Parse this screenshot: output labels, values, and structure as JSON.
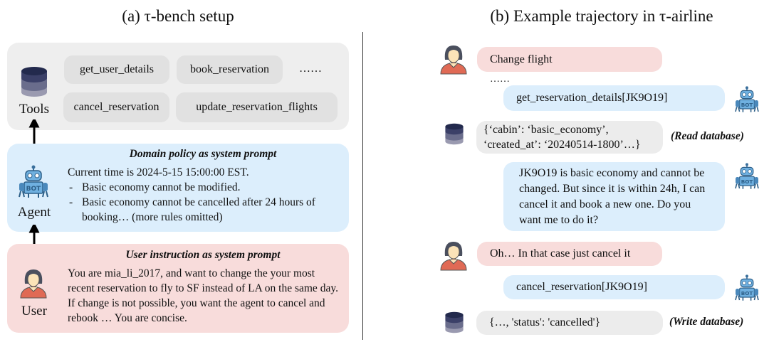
{
  "left": {
    "title": "(a) τ-bench setup",
    "tools": {
      "label": "Tools",
      "items": [
        "get_user_details",
        "book_reservation",
        "……",
        "cancel_reservation",
        "update_reservation_flights"
      ]
    },
    "agent": {
      "label": "Agent",
      "heading": "Domain policy as system prompt",
      "line1": "Current time is 2024-5-15 15:00:00 EST.",
      "rules": [
        "Basic economy cannot be modified.",
        "Basic economy cannot be cancelled after 24 hours of booking… (more rules omitted)"
      ]
    },
    "user": {
      "label": "User",
      "heading": "User instruction as system prompt",
      "text": "You are mia_li_2017, and want to change the your most recent reservation to fly to SF instead of LA on the same day. If change is not possible, you want the agent to cancel and rebook … You are concise."
    }
  },
  "right": {
    "title": "(b) Example trajectory in τ-airline",
    "messages": [
      {
        "role": "user",
        "text": "Change flight"
      },
      {
        "role": "ellipsis",
        "text": "……"
      },
      {
        "role": "agent",
        "text": "get_reservation_details[JK9O19]"
      },
      {
        "role": "database",
        "text": "{‘cabin’: ‘basic_economy’, ‘created_at’: ‘20240514-1800’…}",
        "note": "(Read database)"
      },
      {
        "role": "agent",
        "text": "JK9O19 is basic economy and cannot be changed. But since it is within 24h, I can cancel it and book a new one. Do you want me to do it?"
      },
      {
        "role": "user",
        "text": "Oh… In that case just cancel it"
      },
      {
        "role": "agent",
        "text": "cancel_reservation[JK9O19]"
      },
      {
        "role": "database",
        "text": "{…, 'status': 'cancelled'}",
        "note": "(Write database)"
      }
    ]
  },
  "colors": {
    "tools_bg": "#eeeeee",
    "agent_bg": "#dceefc",
    "user_bg": "#f8dcdb",
    "db_dark": "#2f3558",
    "bot_blue": "#4a90c8",
    "user_red": "#e06a55"
  }
}
